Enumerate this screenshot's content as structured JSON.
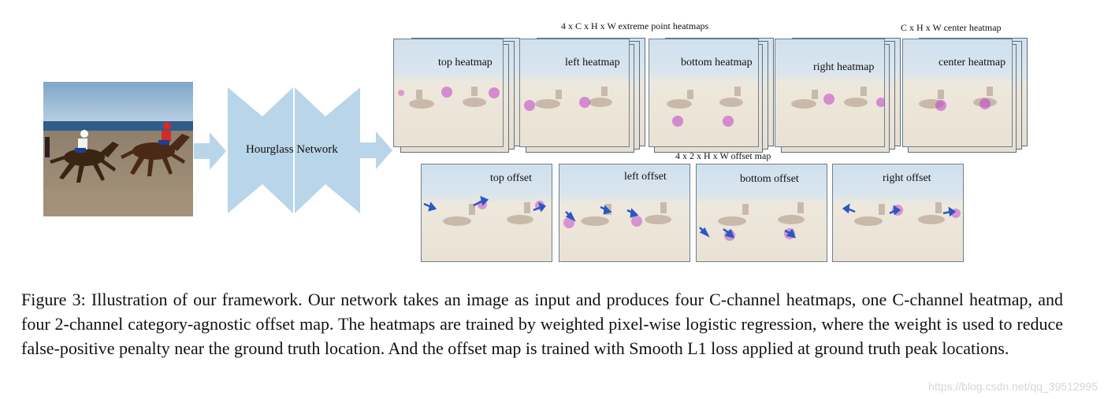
{
  "diagram": {
    "network_label": "Hourglass Network",
    "extreme_caption": "4 x C x H x W extreme point heatmaps",
    "center_caption": "C x H x W center heatmap",
    "offset_caption": "4 x 2 x H x W offset map",
    "heatmaps": [
      {
        "label": "top heatmap"
      },
      {
        "label": "left heatmap"
      },
      {
        "label": "bottom heatmap"
      },
      {
        "label": "right heatmap"
      },
      {
        "label": "center  heatmap"
      }
    ],
    "offsets": [
      {
        "label": "top offset"
      },
      {
        "label": "left offset"
      },
      {
        "label": "bottom offset"
      },
      {
        "label": "right offset"
      }
    ],
    "colors": {
      "network": "#b8d5ea",
      "heat": "#c040c8",
      "offset_arrow": "#2b56c8"
    }
  },
  "caption": "Figure 3: Illustration of our framework. Our network takes an image as input and produces four C-channel heatmaps, one C-channel heatmap, and four 2-channel category-agnostic offset map. The heatmaps are trained by weighted pixel-wise logistic regression, where the weight is used to reduce false-positive penalty near the ground truth location. And the offset map is trained with Smooth L1 loss applied at ground truth peak locations.",
  "watermark": "https://blog.csdn.net/qq_39512995"
}
